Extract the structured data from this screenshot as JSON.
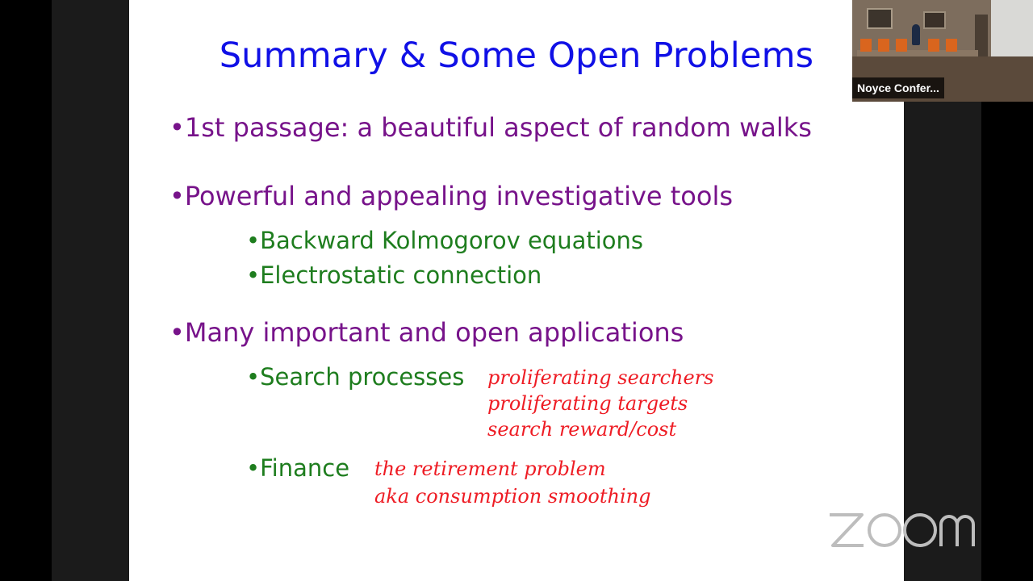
{
  "slide": {
    "title": "Summary & Some Open Problems",
    "bullets": [
      "1st passage:  a beautiful aspect of random walks",
      "Powerful and appealing investigative tools",
      "Many important and open applications"
    ],
    "tools": [
      "Backward Kolmogorov equations",
      "Electrostatic connection"
    ],
    "applications": [
      {
        "label": "Search processes",
        "notes": [
          "proliferating searchers",
          "proliferating targets",
          "search reward/cost"
        ]
      },
      {
        "label": "Finance",
        "notes": [
          "the retirement problem",
          "aka consumption smoothing"
        ]
      }
    ],
    "bullet_glyph": "•"
  },
  "video": {
    "participant_name": "Noyce Confer..."
  },
  "watermark": {
    "brand": "zoom",
    "color": "#bdbdbd"
  },
  "colors": {
    "title": "#1010e6",
    "level1": "#77138a",
    "level2": "#1e7d1e",
    "notes": "#ee1c24"
  }
}
